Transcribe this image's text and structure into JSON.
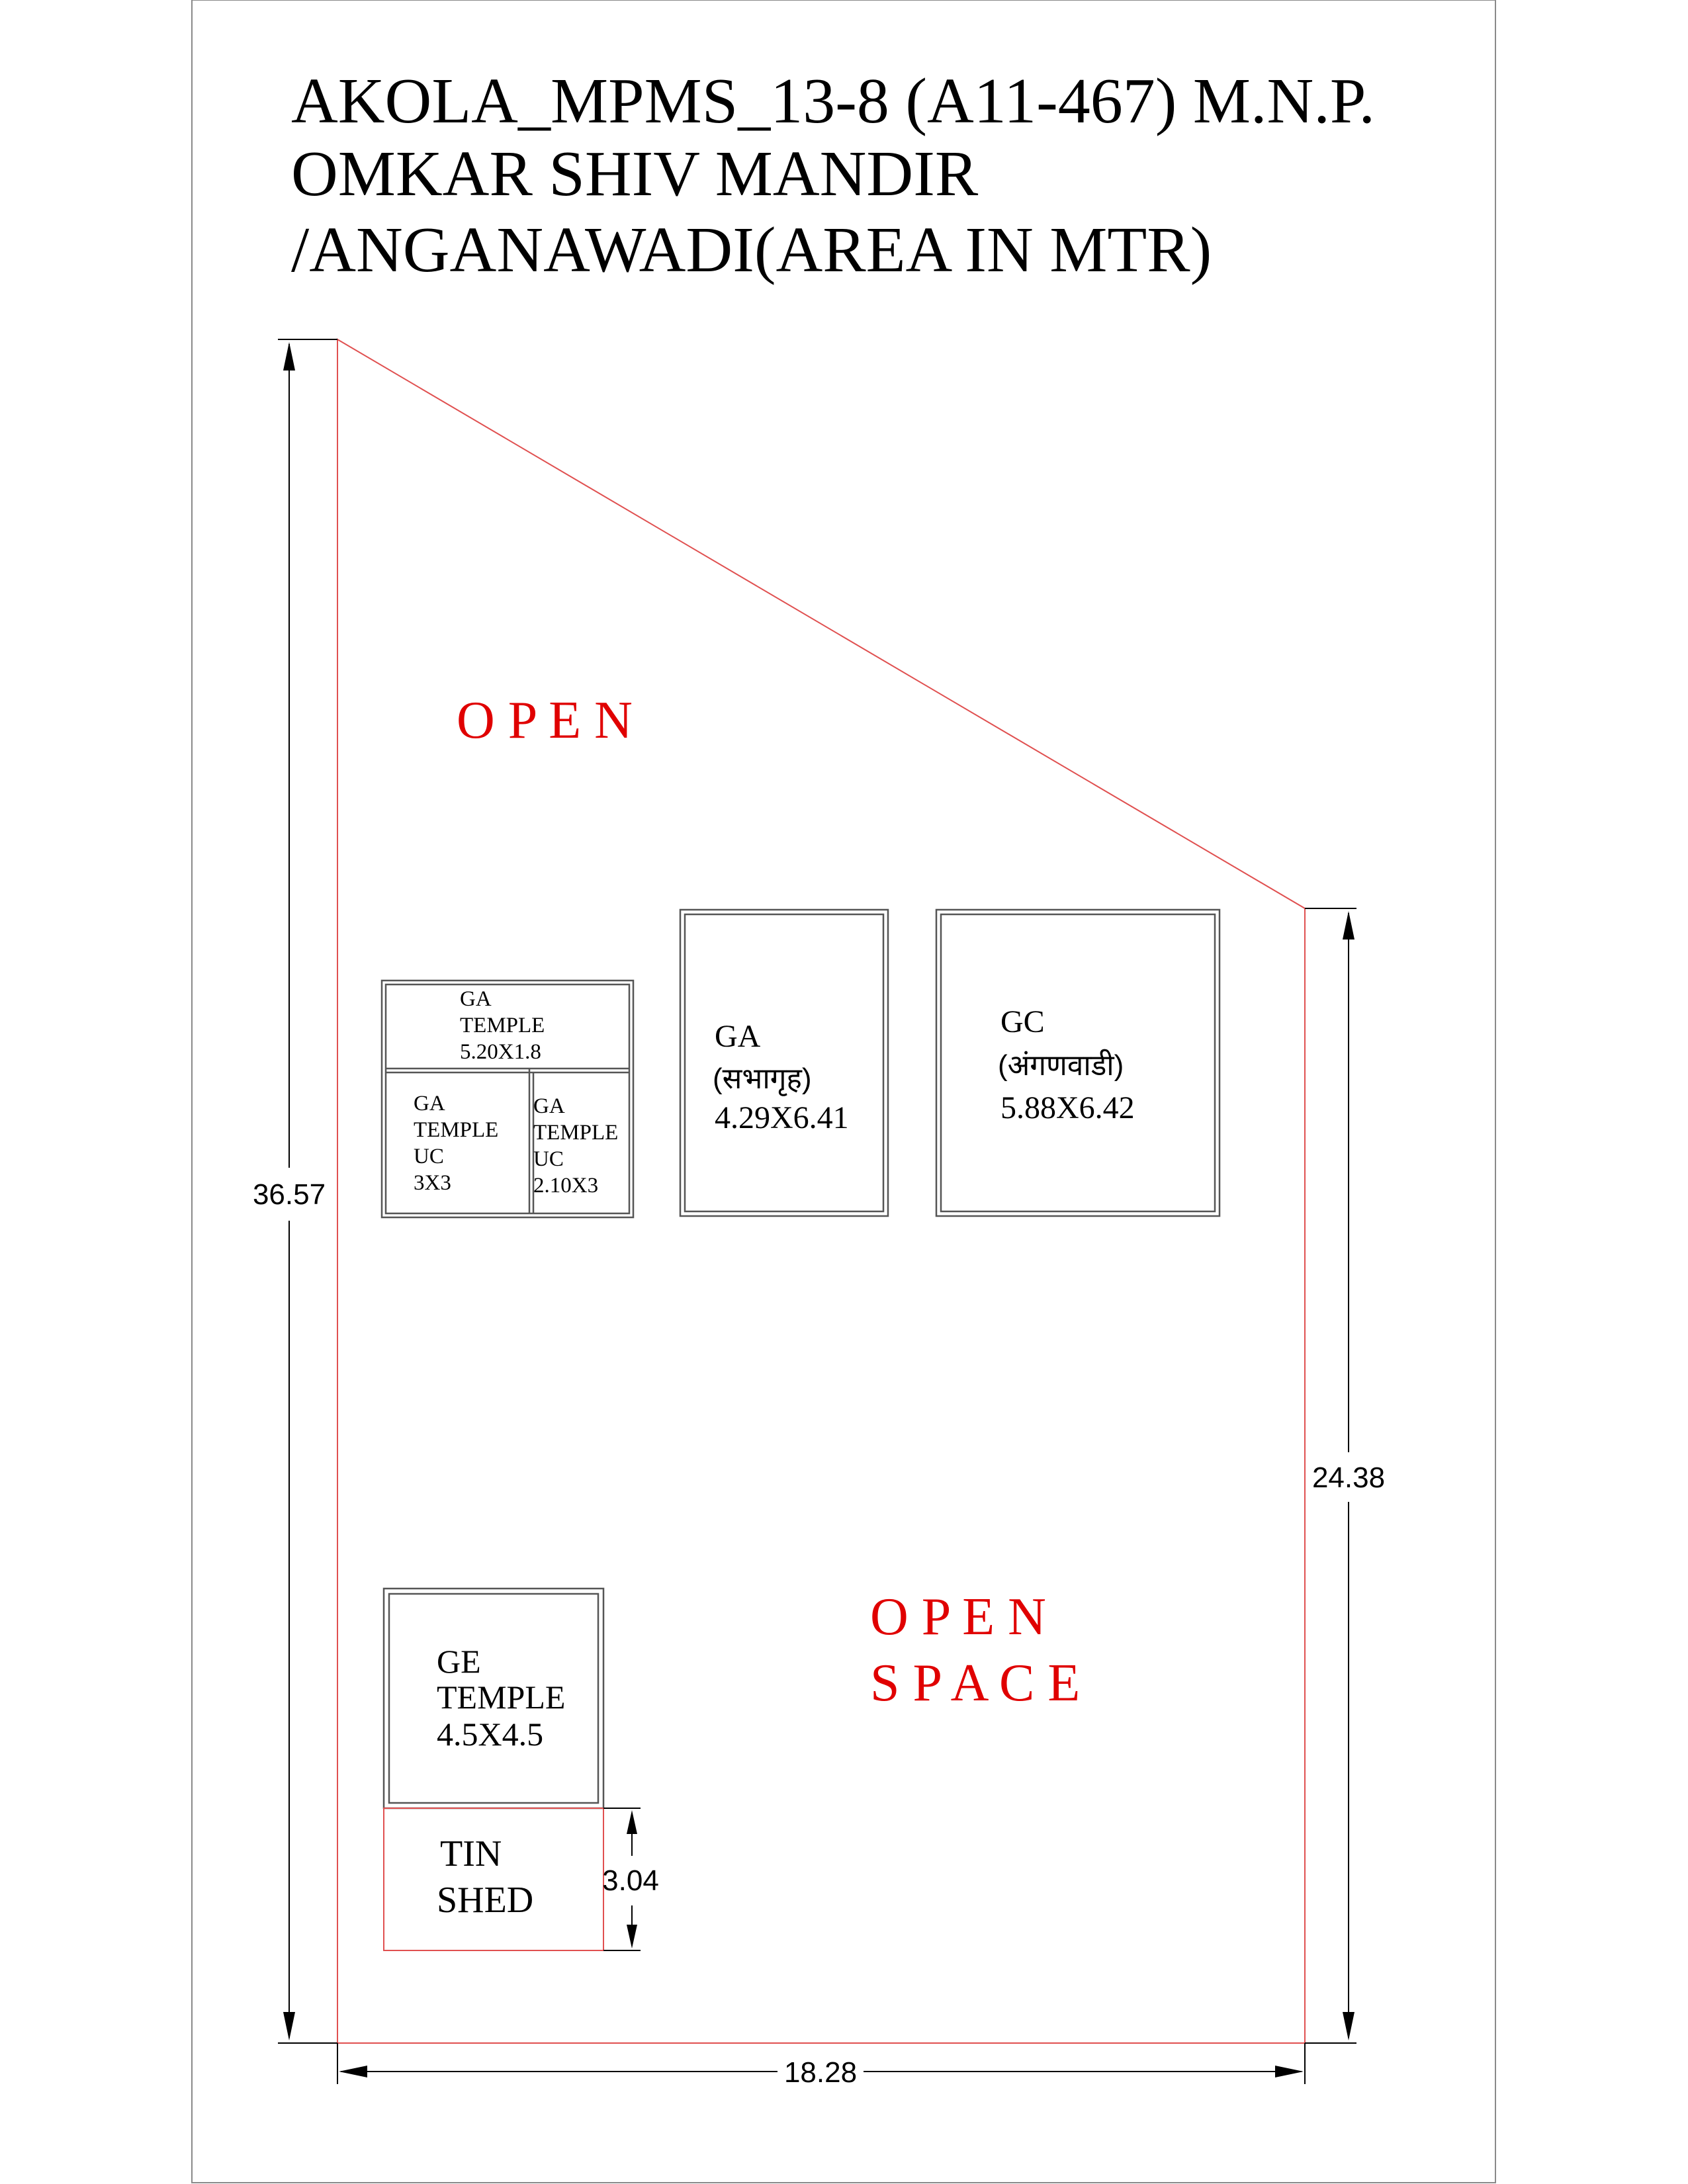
{
  "title": {
    "line1": "AKOLA_MPMS_13-8 (A11-467)  M.N.P.",
    "line2": "OMKAR SHIV MANDIR",
    "line3": "/ANGANAWADI(AREA IN MTR)"
  },
  "open_areas": {
    "top": "O P E N",
    "bottom_line1": "O P E N",
    "bottom_line2": "S P A C E"
  },
  "buildings": {
    "ga_temple_top": [
      "GA",
      "TEMPLE",
      "5.20X1.8"
    ],
    "ga_temple_uc_left": [
      "GA",
      "TEMPLE",
      "UC",
      "3X3"
    ],
    "ga_temple_uc_right": [
      "GA",
      "TEMPLE",
      "UC",
      "2.10X3"
    ],
    "ga_sabhagruh": [
      "GA",
      "(सभागृह)",
      "4.29X6.41"
    ],
    "gc_anganwadi": [
      "GC",
      "(अंगणवाडी)",
      "5.88X6.42"
    ],
    "ge_temple": [
      "GE",
      "TEMPLE",
      "4.5X4.5"
    ],
    "tin_shed": [
      "TIN",
      "SHED"
    ]
  },
  "dimensions": {
    "left_height": "36.57",
    "right_height": "24.38",
    "bottom_width": "18.28",
    "shed_depth": "3.04"
  },
  "colors": {
    "plot_boundary": "#e05050",
    "open_text": "#e00000",
    "lines": "#000000"
  }
}
